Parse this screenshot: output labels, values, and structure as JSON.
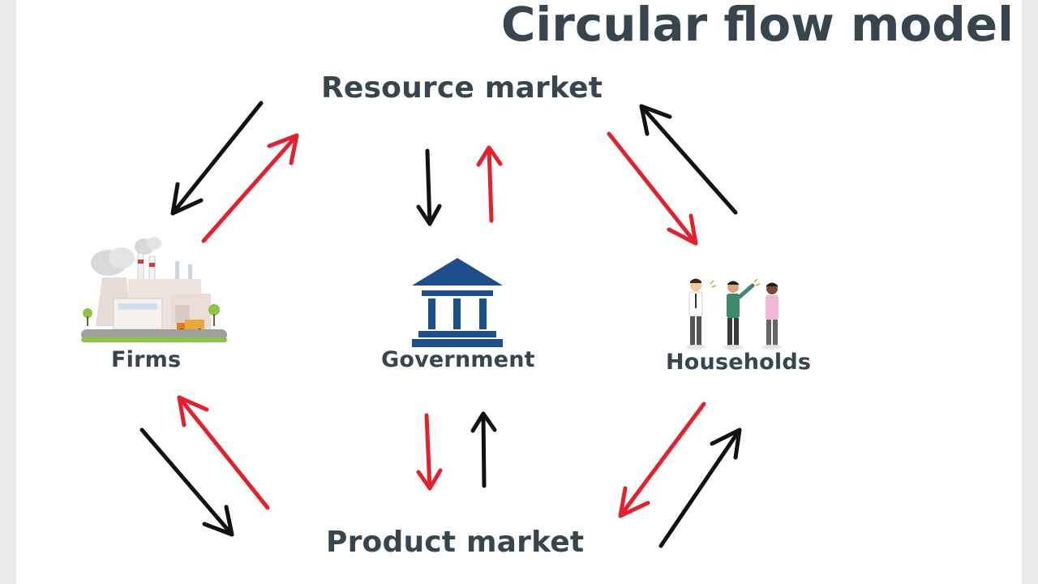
{
  "title": "Circular flow model",
  "nodes": {
    "resource_market": "Resource market",
    "product_market": "Product market",
    "firms": "Firms",
    "government": "Government",
    "households": "Households"
  },
  "icons": {
    "firms": "factory-icon",
    "government": "government-building-icon",
    "households": "people-group-icon"
  },
  "colors": {
    "title_text": "#37454e",
    "red_arrow": "#e3202b",
    "black_arrow": "#111111",
    "government_icon": "#1f4e8c"
  }
}
